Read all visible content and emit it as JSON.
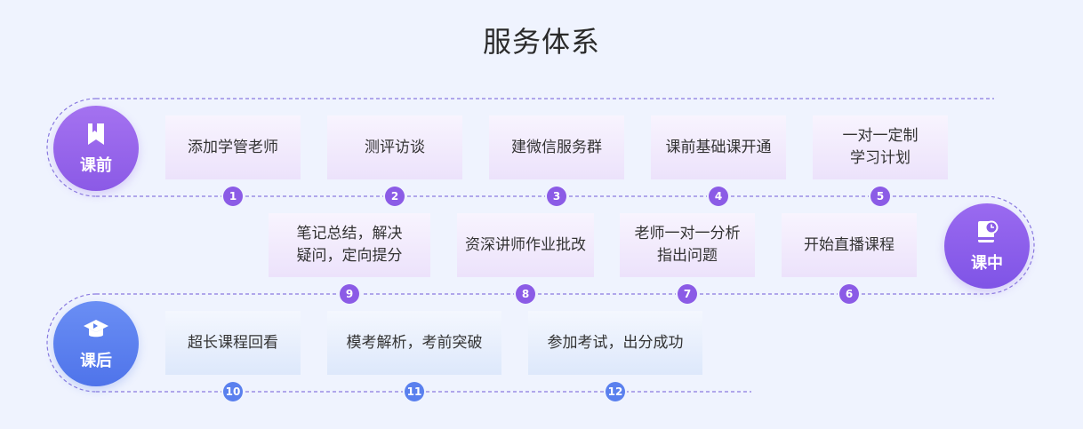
{
  "title": "服务体系",
  "phases": {
    "before": {
      "label": "课前",
      "icon": "bookmark-icon"
    },
    "during": {
      "label": "课中",
      "icon": "book-clock-icon"
    },
    "after": {
      "label": "课后",
      "icon": "graduation-cap-icon"
    }
  },
  "steps": [
    {
      "num": "1",
      "label": "添加学管老师"
    },
    {
      "num": "2",
      "label": "测评访谈"
    },
    {
      "num": "3",
      "label": "建微信服务群"
    },
    {
      "num": "4",
      "label": "课前基础课开通"
    },
    {
      "num": "5",
      "label": "一对一定制\n学习计划"
    },
    {
      "num": "6",
      "label": "开始直播课程"
    },
    {
      "num": "7",
      "label": "老师一对一分析\n指出问题"
    },
    {
      "num": "8",
      "label": "资深讲师作业批改"
    },
    {
      "num": "9",
      "label": "笔记总结，解决\n疑问，定向提分"
    },
    {
      "num": "10",
      "label": "超长课程回看"
    },
    {
      "num": "11",
      "label": "模考解析，考前突破"
    },
    {
      "num": "12",
      "label": "参加考试，出分成功"
    }
  ],
  "colors": {
    "purple": "#8b5be6",
    "blue": "#5a80ee",
    "line": "#8a7ae0"
  }
}
